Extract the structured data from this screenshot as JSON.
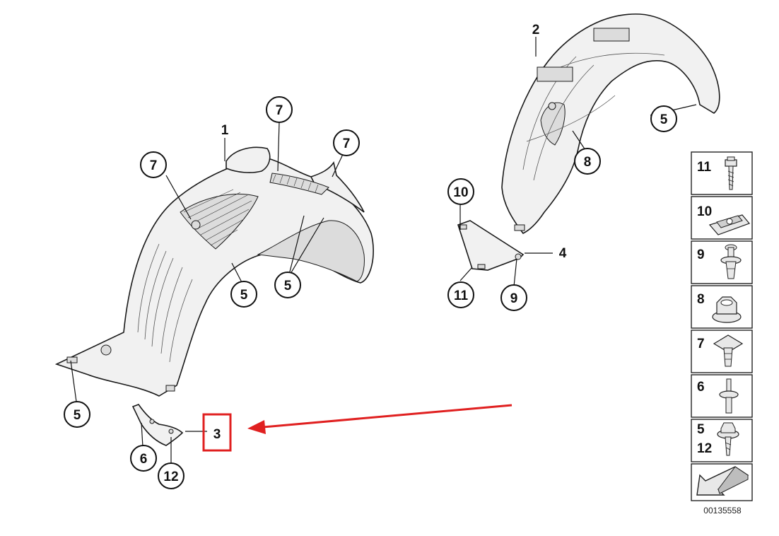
{
  "accent_color": "#e02020",
  "callouts": {
    "part1": "1",
    "part2": "2",
    "part3": "3",
    "part4": "4",
    "c7a": "7",
    "c7b": "7",
    "c7c": "7",
    "c5a": "5",
    "c5b": "5",
    "c5c": "5",
    "c5d": "5",
    "c6": "6",
    "c12": "12",
    "c10": "10",
    "c11": "11",
    "c9": "9",
    "c8": "8"
  },
  "legend": {
    "items": [
      "11",
      "10",
      "9",
      "8",
      "7",
      "6"
    ],
    "combo_top": "5",
    "combo_bottom": "12"
  },
  "figure_id": "00135558"
}
